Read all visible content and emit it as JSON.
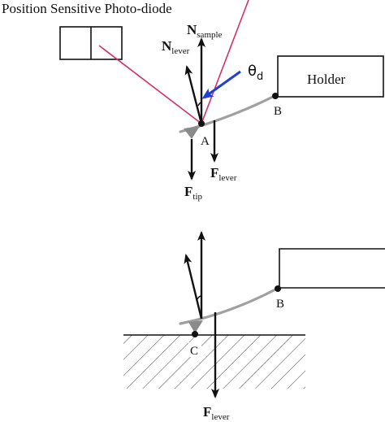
{
  "top_panel": {
    "detector_label": "Position Sensitive Photo-diode",
    "holder_label": "Holder",
    "point_a": "A",
    "point_b": "B",
    "theta": "θ",
    "theta_sub": "d",
    "n_sample": {
      "main": "N",
      "sub": "sample"
    },
    "n_lever": {
      "main": "N",
      "sub": "lever"
    },
    "f_lever": {
      "main": "F",
      "sub": "lever"
    },
    "f_tip": {
      "main": "F",
      "sub": "tip"
    }
  },
  "bottom_panel": {
    "point_b": "B",
    "point_c": "C",
    "f_lever": {
      "main": "F",
      "sub": "lever"
    }
  },
  "colors": {
    "laser": "#d6306a",
    "deflection_arrow": "#1f3fd6",
    "cantilever": "#a0a0a0",
    "tip": "#8a8a8a",
    "ink": "#111111"
  }
}
